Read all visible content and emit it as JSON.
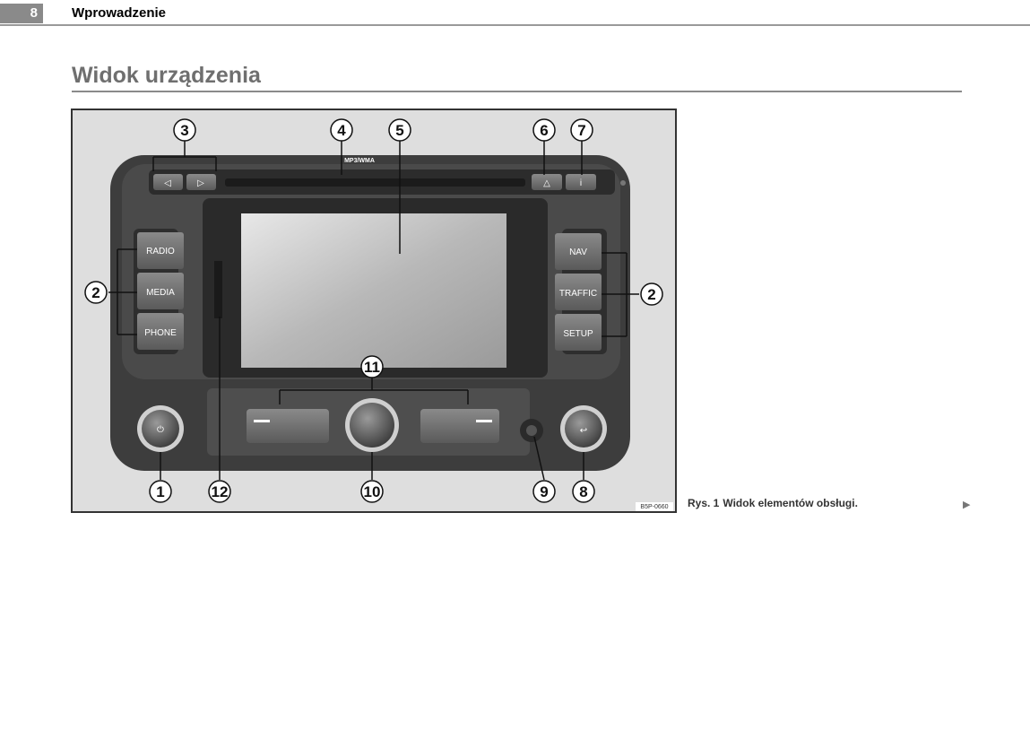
{
  "header": {
    "page_number": "8",
    "chapter": "Wprowadzenie"
  },
  "section": {
    "title": "Widok urządzenia"
  },
  "figure": {
    "disc_label": "MP3/WMA",
    "left_buttons": [
      "RADIO",
      "MEDIA",
      "PHONE"
    ],
    "right_buttons": [
      "NAV",
      "TRAFFIC",
      "SETUP"
    ],
    "callouts": [
      "1",
      "2",
      "3",
      "4",
      "5",
      "6",
      "7",
      "8",
      "9",
      "10",
      "11",
      "12"
    ],
    "image_code": "B5P-0660",
    "icons": [
      "power-icon",
      "back-icon",
      "eject-icon",
      "info-icon",
      "arrow-left-icon",
      "arrow-right-icon"
    ]
  },
  "caption": {
    "label": "Rys. 1",
    "text": "Widok elementów obsługi."
  }
}
